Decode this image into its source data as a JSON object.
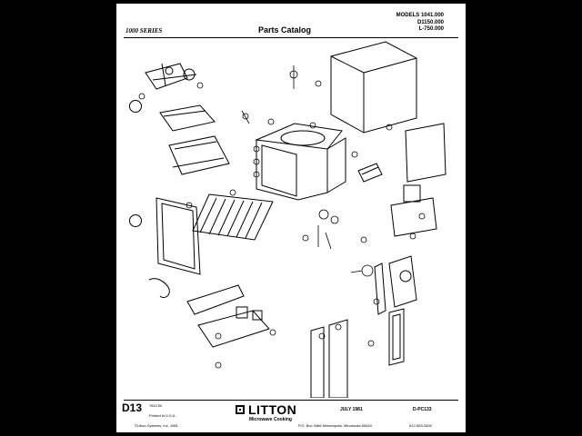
{
  "header": {
    "series": "1000 SERIES",
    "title": "Parts Catalog",
    "models": [
      "MODELS 1041.000",
      "D1150.000",
      "L-750.000"
    ]
  },
  "footer": {
    "page_id": "D13",
    "doc_number": "781C50",
    "printed": "Printed in U.S.A.",
    "copyright": "©Litton Systems, Inc. 1981",
    "brand": "LITTON",
    "brand_sub": "Microwave Cooking",
    "date": "JULY 1981",
    "catalog_code": "D-PC133",
    "address": "P.O. Box 9466 Minneapolis, Minnesota 55440",
    "phone": "612-553-2600"
  },
  "colors": {
    "ink": "#000000",
    "paper": "#ffffff",
    "background": "#000000"
  }
}
